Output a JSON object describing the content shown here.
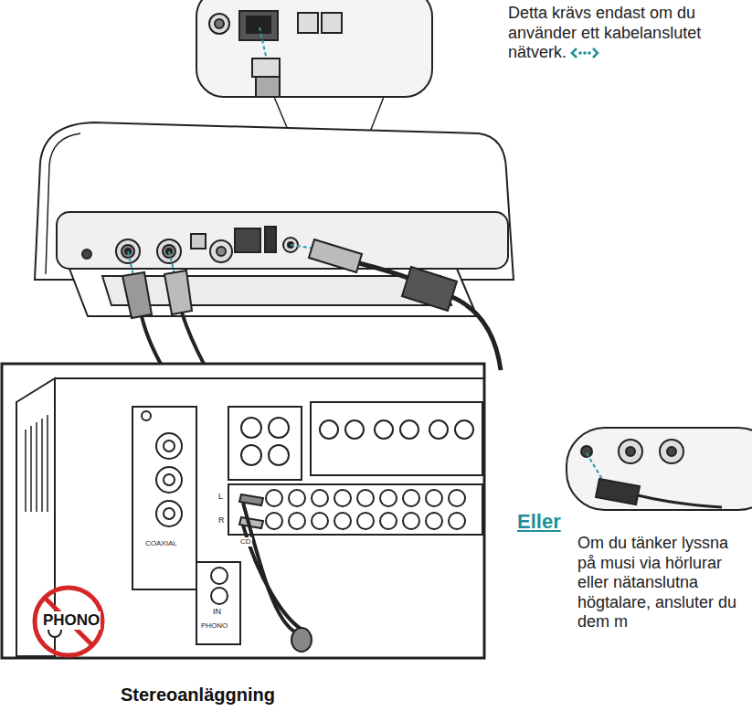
{
  "diagram": {
    "labels": [
      "Detta krävs endast om du använder ett kabelanslutet nätverk.",
      "Eller",
      "Om du tänker lyssna på musi via hörlurar eller nätanslutna högtalare, ansluter du dem m",
      "COAXIAL",
      "IN",
      "PHONO",
      "PHONO",
      "Stereoanläggning",
      "L",
      "R",
      "CD"
    ]
  }
}
